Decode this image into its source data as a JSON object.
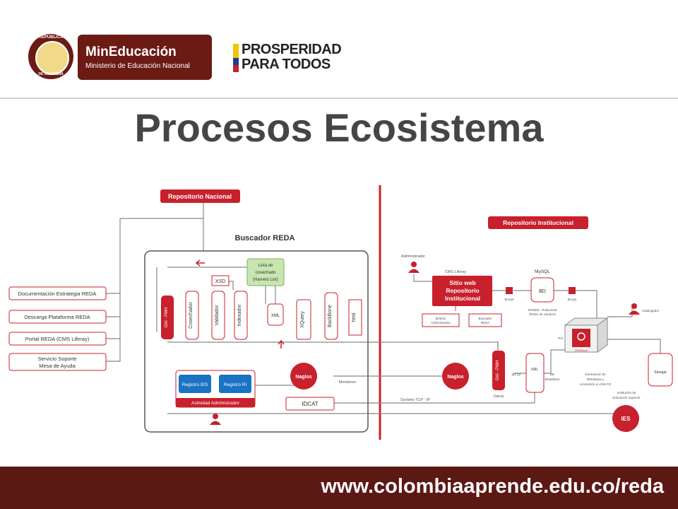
{
  "header": {
    "seal_top": "REPÚBLICA",
    "seal_bottom": "DE COLOMBIA",
    "logo_title": "MinEducación",
    "logo_subtitle": "Ministerio de Educación Nacional",
    "prosperidad_line1": "PROSPERIDAD",
    "prosperidad_line2": "PARA TODOS"
  },
  "title": "Procesos Ecosistema",
  "diagram": {
    "repositorio_nacional": "Repositorio Nacional",
    "repositorio_institucional": "Repositorio Institucional",
    "buscador_reda": "Buscador REDA",
    "left_items": [
      "Documentación Estrategia REDA",
      "Descarga Plataforma REDA",
      "Portal REDA (CMS Liferay)",
      "Servicio Soporte",
      "Mesa de Ayuda"
    ],
    "lista_cosechado": [
      "Lista de",
      "cosechado",
      "(Harvest List)"
    ],
    "xsd": "XSD",
    "oai_pmh": "OAI - PMH",
    "cosechador": "Cosechador",
    "validador": "Validador",
    "indexador": "Indexador",
    "xml": "XML",
    "xquery": "XQuery",
    "backbone": "BackBone",
    "html": "html",
    "registro_ies": "Registro IES",
    "registro_ri": "Registro RI",
    "actividad_admin": "Actividad Administrador",
    "naglos": "Naglos",
    "monitoreo": "Monitoreo",
    "idcat": "IDCAT",
    "sockets": "Sockets TCP - IP",
    "administrador": "Administrador",
    "cms_liferay": "CMS Liferay",
    "sitio_web": [
      "Sitio web",
      "Repositorio",
      "Institucional"
    ],
    "mysql": "MySQL",
    "bd": "BD",
    "bcrypt": "Bcrypt",
    "entidad_relacional": [
      "Entidad - Relacional",
      "(Roles de Usuario)"
    ],
    "modulo_admin": [
      "Módulo",
      "Administrador"
    ],
    "buscador_small": [
      "Buscador",
      "REDA"
    ],
    "catalogador": "Catalogador",
    "ria": "RIA",
    "reda_box": "REDAbox",
    "http": "HTTP",
    "bd_metadatos": [
      "BD",
      "Metadatos"
    ],
    "generacion": [
      "Generación de",
      "Metadatos y",
      "conversión a LOM-CO"
    ],
    "storage": "Storage",
    "oaicat": "Oaicat",
    "institucion": [
      "Institución de",
      "Educación Superior"
    ],
    "ies": "IES"
  },
  "footer": {
    "url": "www.colombiaaprende.edu.co/reda"
  },
  "colors": {
    "brand_red": "#c8202c",
    "dark_maroon": "#5c1813",
    "blue": "#1a73c4",
    "green": "#c8e6b0"
  }
}
